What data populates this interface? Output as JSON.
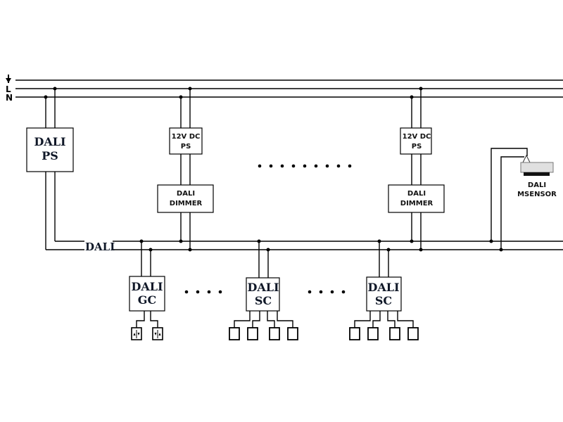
{
  "diagram": {
    "title": "DALI lighting control wiring diagram",
    "rails": {
      "ground_symbol": "ground-arrow-icon",
      "line_label": "L",
      "neutral_label": "N"
    },
    "bus_label": "DALI",
    "dali_ps": {
      "line1": "DALI",
      "line2": "PS"
    },
    "psu_units": [
      {
        "line1": "12V DC",
        "line2": "PS"
      },
      {
        "line1": "12V DC",
        "line2": "PS"
      }
    ],
    "dimmers": [
      {
        "line1": "DALI",
        "line2": "DIMMER"
      },
      {
        "line1": "DALI",
        "line2": "DIMMER"
      }
    ],
    "sensor": {
      "line1": "DALI",
      "line2": "MSENSOR"
    },
    "controllers": [
      {
        "line1": "DALI",
        "line2": "GC",
        "type": "group-controller",
        "buttons": [
          "up-down",
          "down-up"
        ]
      },
      {
        "line1": "DALI",
        "line2": "SC",
        "type": "scene-controller",
        "buttons": [
          "btn",
          "btn",
          "btn",
          "btn"
        ]
      },
      {
        "line1": "DALI",
        "line2": "SC",
        "type": "scene-controller",
        "buttons": [
          "btn",
          "btn",
          "btn",
          "btn"
        ]
      }
    ],
    "ellipsis_top_count": 9,
    "ellipsis_bottom_count": 4
  }
}
